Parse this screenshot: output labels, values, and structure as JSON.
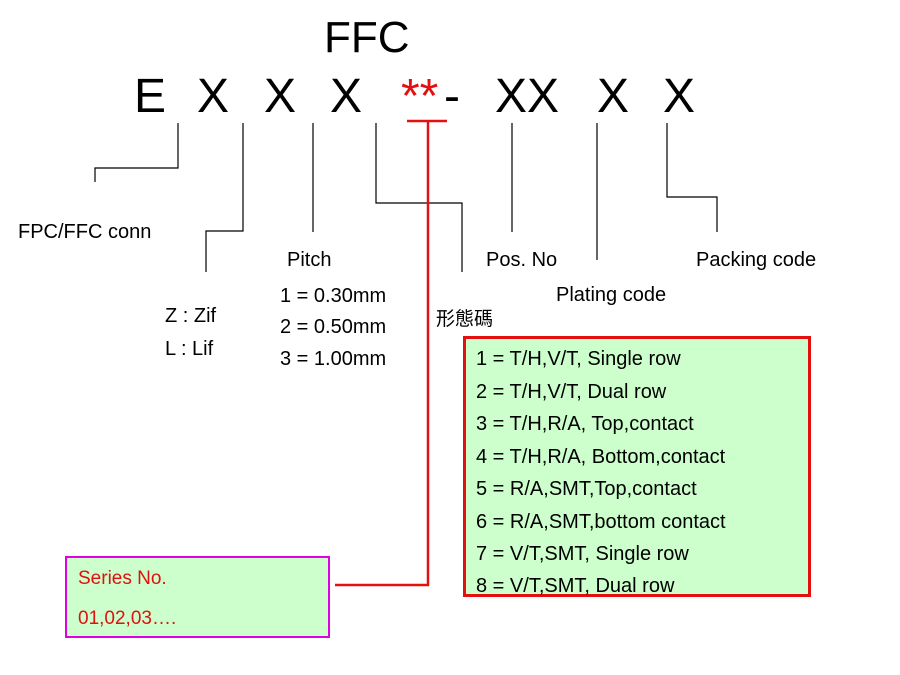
{
  "title": "FFC",
  "code": {
    "chars": [
      "E",
      "X",
      "X",
      "X",
      "**",
      "-",
      "XX",
      "X",
      "X"
    ]
  },
  "labels": {
    "conn": "FPC/FFC conn",
    "lock_z": "Z : Zif",
    "lock_l": "L : Lif",
    "pitch_title": "Pitch",
    "pitch_values": [
      "1 = 0.30mm",
      "2 = 0.50mm",
      "3 = 1.00mm"
    ],
    "type_title": "形態碼",
    "pos_no": "Pos. No",
    "plating": "Plating code",
    "packing": "Packing code"
  },
  "type_codes": [
    "1 = T/H,V/T, Single row",
    "2 = T/H,V/T, Dual row",
    "3 = T/H,R/A, Top,contact",
    "4 = T/H,R/A, Bottom,contact",
    "5 = R/A,SMT,Top,contact",
    "6 = R/A,SMT,bottom contact",
    "7 = V/T,SMT, Single row",
    "8 = V/T,SMT, Dual row"
  ],
  "series": {
    "title": "Series No.",
    "values": "01,02,03…."
  },
  "colors": {
    "accent_red": "#e41010",
    "box_fill": "#ccffcc",
    "magenta": "#e000e0"
  }
}
